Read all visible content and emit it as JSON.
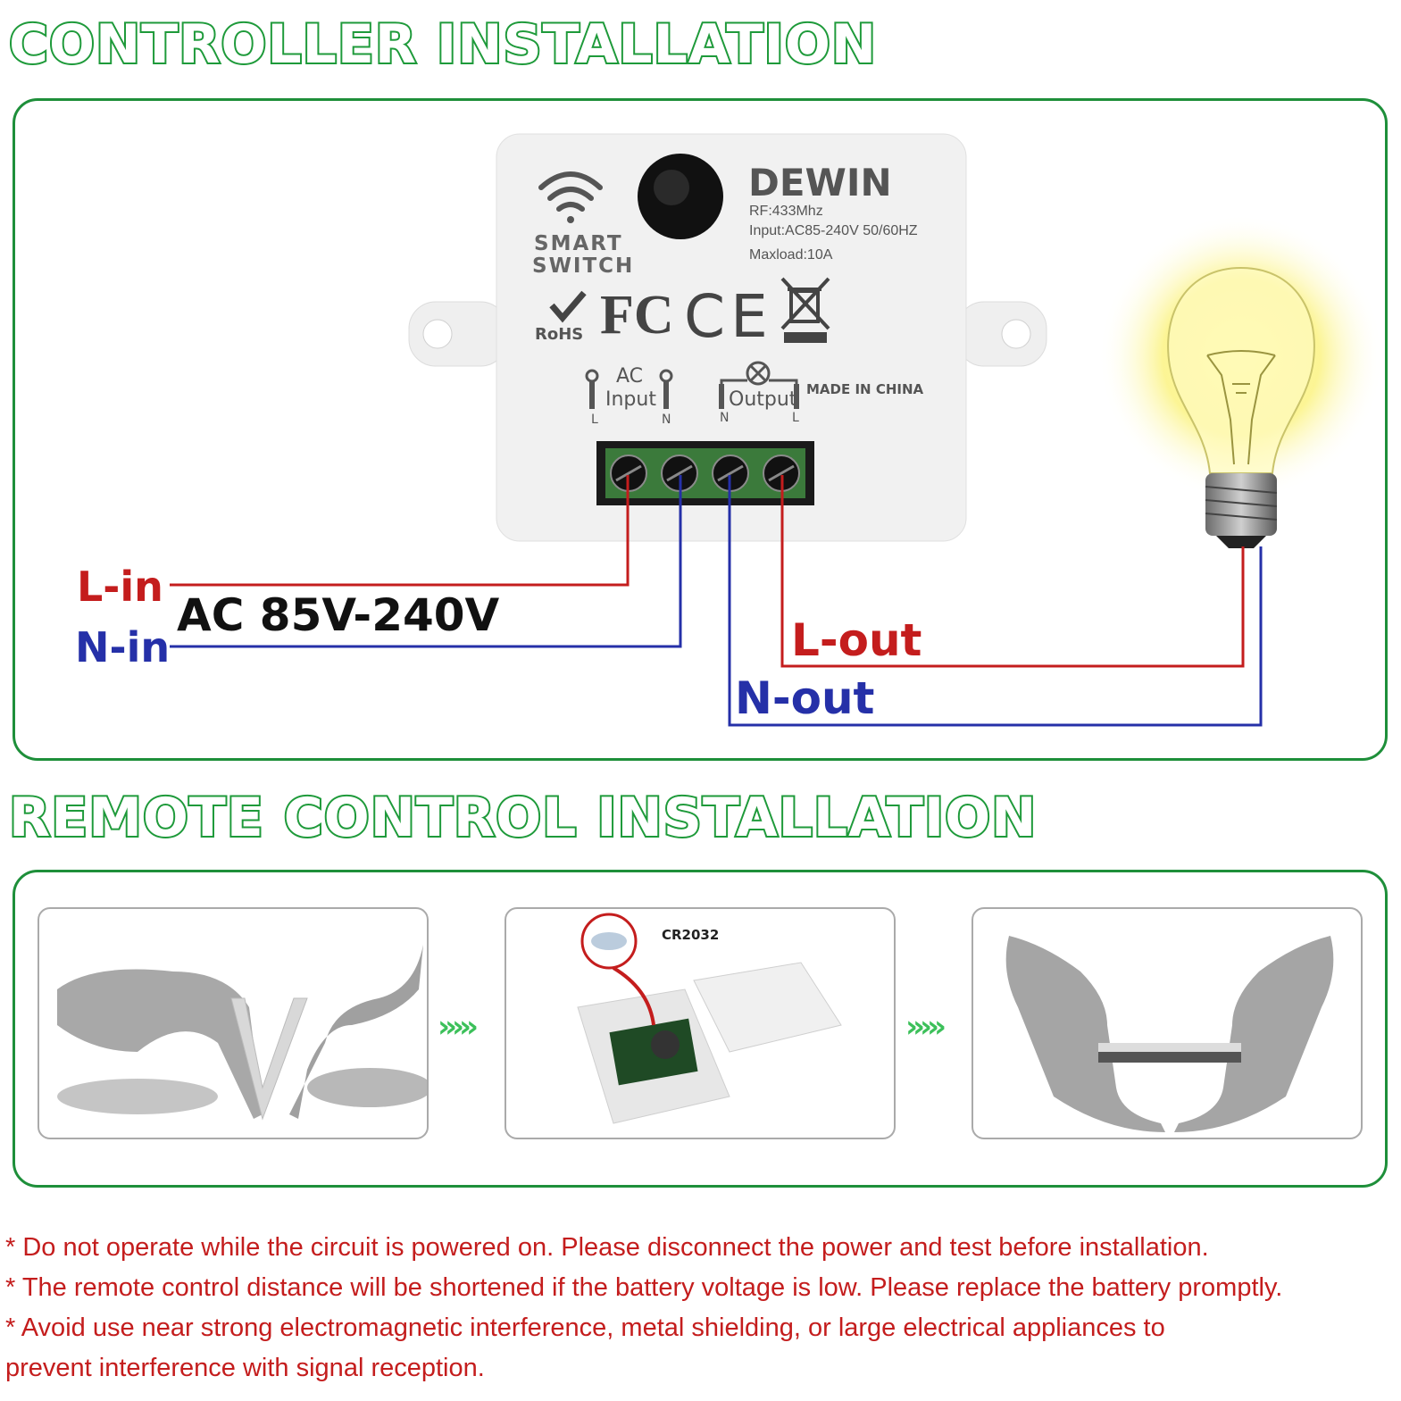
{
  "sections": {
    "controller_title": "CONTROLLER INSTALLATION",
    "remote_title": "REMOTE CONTROL INSTALLATION"
  },
  "device": {
    "brand": "DEWIN",
    "rf": "RF:433Mhz",
    "input": "Input:AC85-240V 50/60HZ",
    "maxload": "Maxload:10A",
    "smart": "SMART",
    "switch": "SWITCH",
    "rohs": "RoHS",
    "fc": "FC",
    "ce": "CE",
    "ac": "AC",
    "input_label": "Input",
    "output_label": "Output",
    "made_in": "MADE IN CHINA",
    "term_l1": "L",
    "term_n1": "N",
    "term_n2": "N",
    "term_l2": "L"
  },
  "wiring": {
    "l_in": "L-in",
    "n_in": "N-in",
    "voltage": "AC 85V-240V",
    "l_out": "L-out",
    "n_out": "N-out"
  },
  "remote": {
    "battery": "CR2032"
  },
  "notes": [
    "* Do not operate while the circuit is powered on. Please disconnect the power and test before installation.",
    "* The remote control distance will be shortened if the battery voltage is low. Please replace the battery promptly.",
    "* Avoid use near strong electromagnetic interference, metal shielding, or large electrical appliances to",
    "prevent interference with signal reception."
  ],
  "colors": {
    "accent_green": "#1e9a3a",
    "live_red": "#c41d1d",
    "neutral_blue": "#2530a8"
  }
}
